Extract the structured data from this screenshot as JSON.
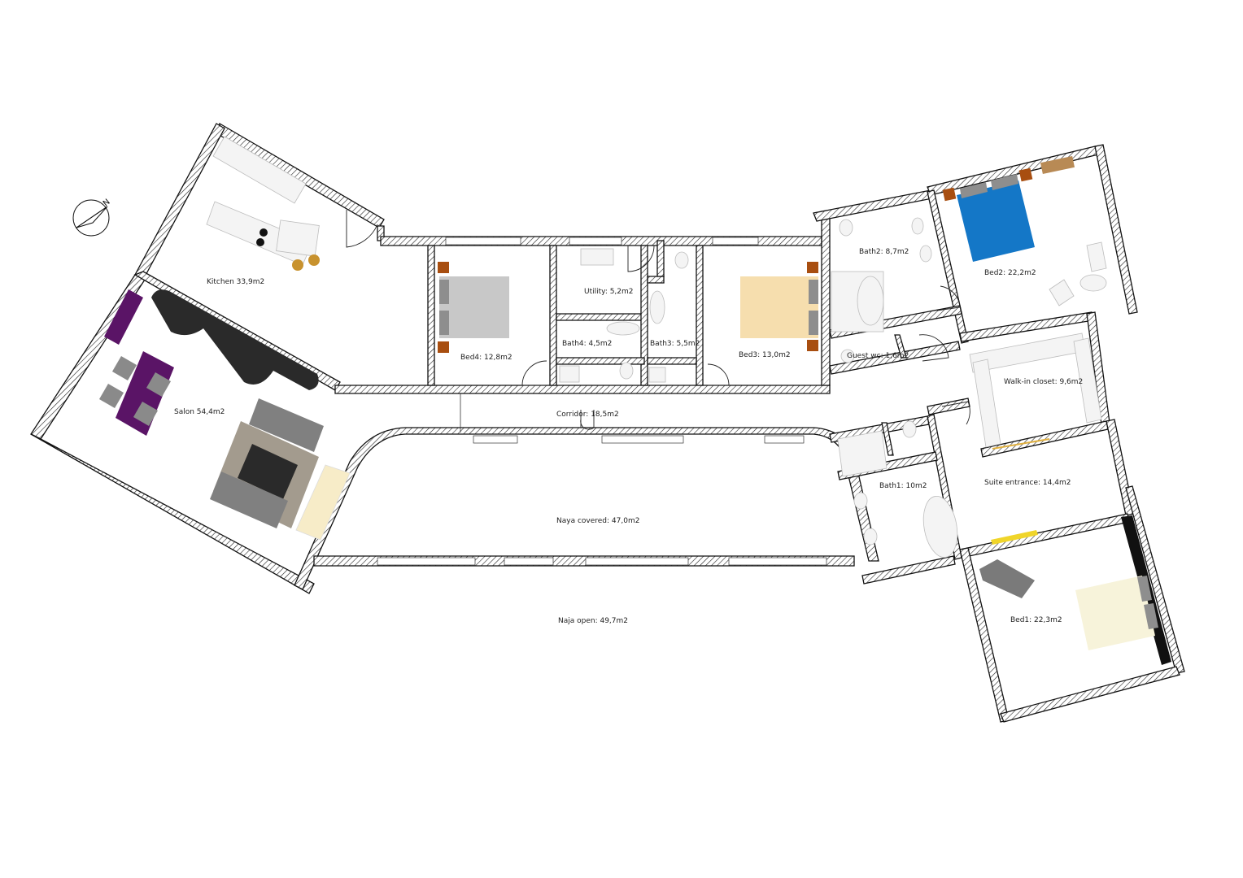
{
  "plan": {
    "rooms": {
      "kitchen": "Kitchen 33,9m2",
      "salon": "Salon 54,4m2",
      "bed4": "Bed4: 12,8m2",
      "utility": "Utility: 5,2m2",
      "bath4": "Bath4: 4,5m2",
      "bath3": "Bath3: 5,5m2",
      "bed3": "Bed3: 13,0m2",
      "bath2": "Bath2: 8,7m2",
      "bed2": "Bed2: 22,2m2",
      "guest_wc": "Guest wc: 1,6m2",
      "walk_in": "Walk-in closet: 9,6m2",
      "corridor": "Corridor: 18,5m2",
      "bath1": "Bath1: 10m2",
      "suite_entrance": "Suite entrance: 14,4m2",
      "naya_covered": "Naya covered: 47,0m2",
      "naja_open": "Naja open: 49,7m2",
      "bed1": "Bed1: 22,3m2"
    },
    "compass_letter": "N",
    "colors": {
      "bed_bed2": "#1477c7",
      "bed_bed3": "#f6deae",
      "bed_bed1": "#f7f3da",
      "bed_bed4": "#c8c8c8",
      "dining_rug": "#5a1466",
      "headboard_wood": "#a84e10",
      "sofa_dark": "#2a2a2a",
      "rug_taupe": "#a39b8e",
      "closet_yellow": "#f0d52a"
    }
  }
}
